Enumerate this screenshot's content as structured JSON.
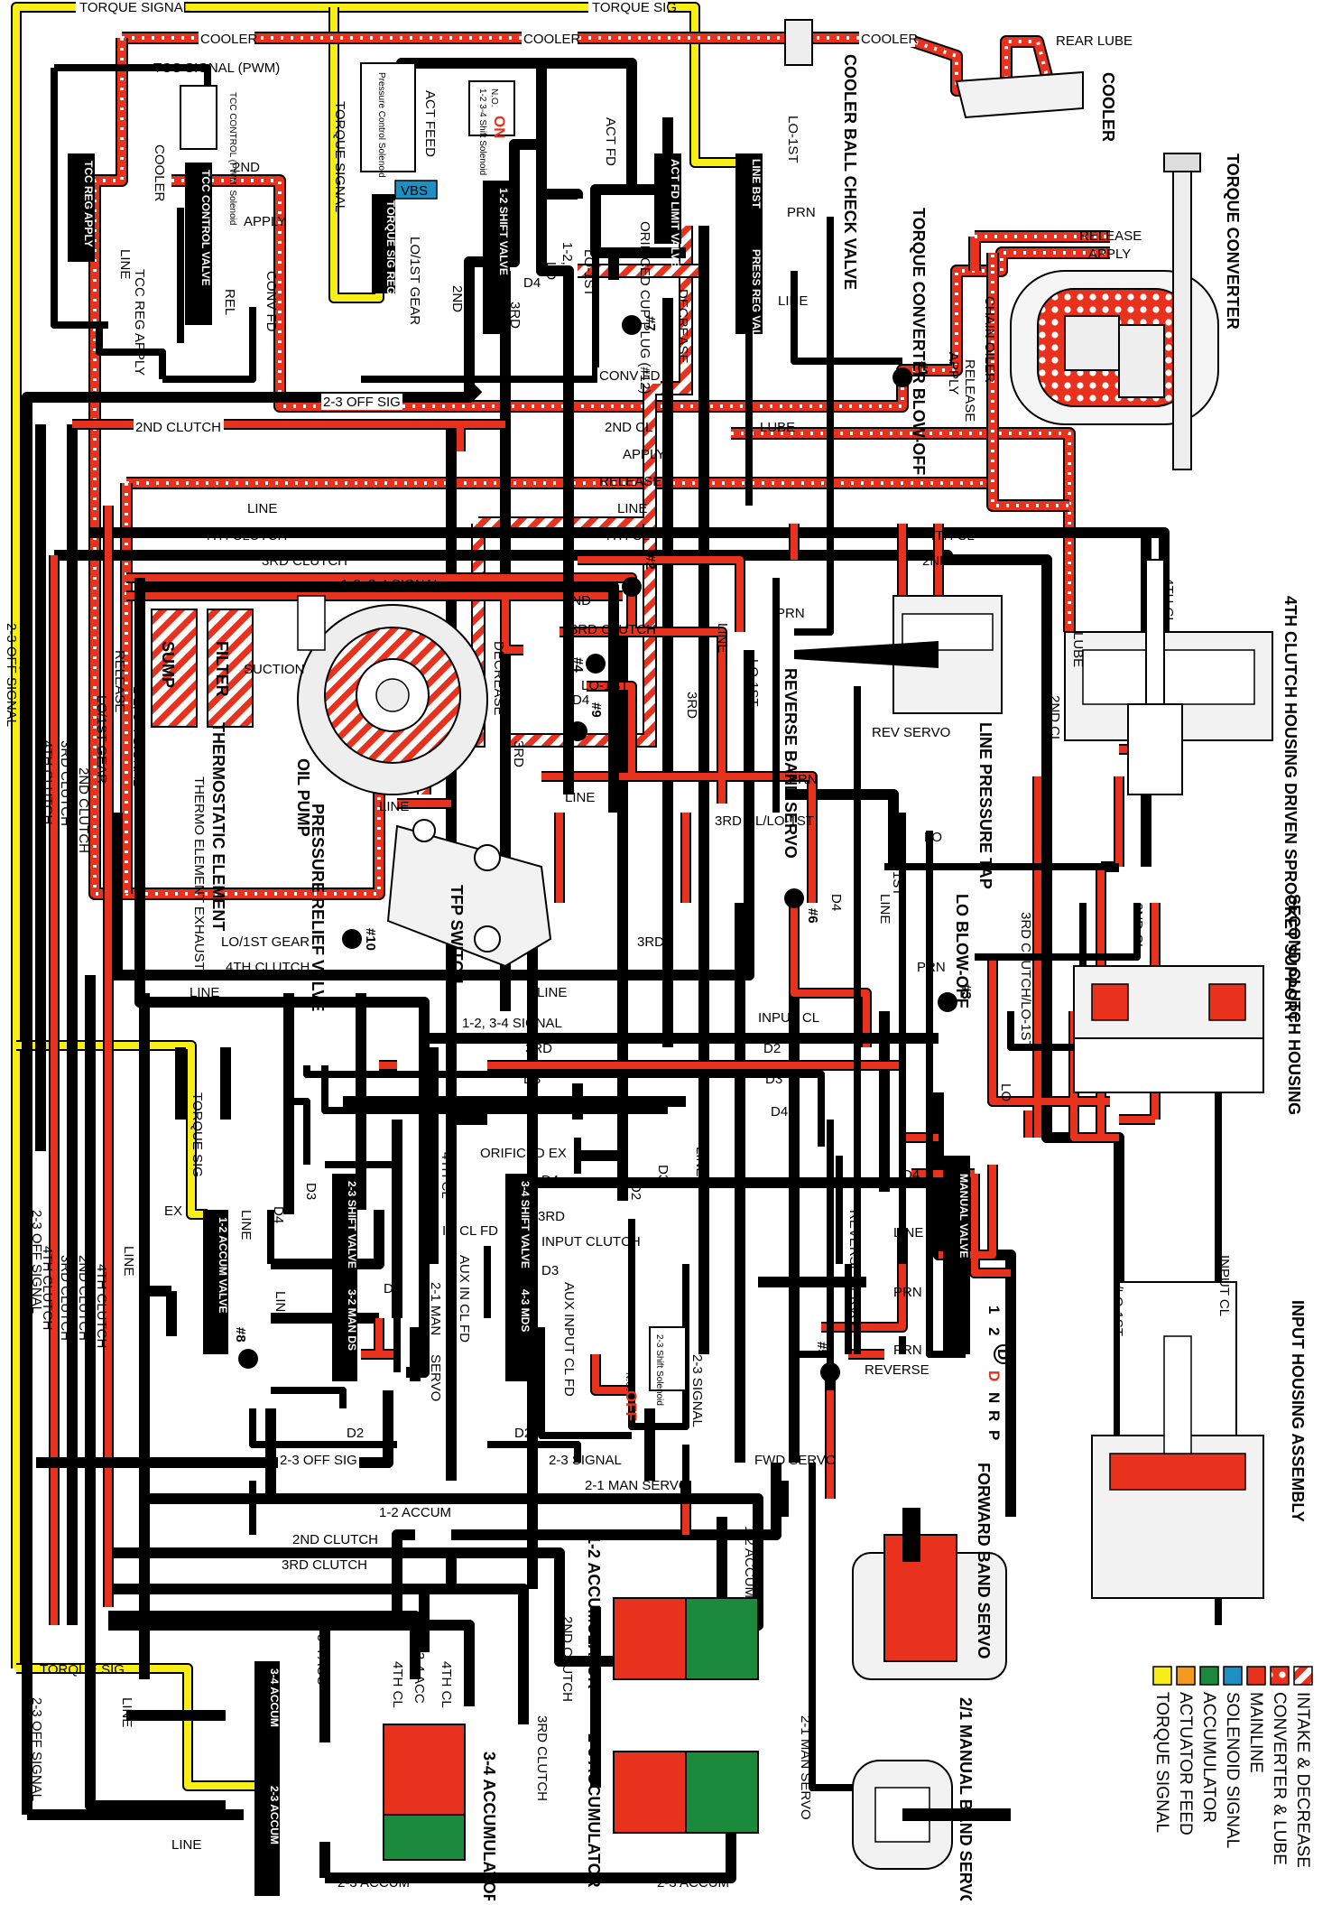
{
  "colors": {
    "mainline": "#e8321e",
    "torque_signal": "#f7ee17",
    "actuator_feed": "#f39a1e",
    "accumulator": "#1c8a3c",
    "solenoid_signal": "#1e8fc3",
    "converter_lube": "#e8321e",
    "exhaust": "#ffffff"
  },
  "legend": [
    {
      "key": "intake",
      "label": "INTAKE & DECREASE"
    },
    {
      "key": "converter",
      "label": "CONVERTER & LUBE"
    },
    {
      "key": "mainline",
      "label": "MAINLINE"
    },
    {
      "key": "solenoid",
      "label": "SOLENOID SIGNAL"
    },
    {
      "key": "accumulator",
      "label": "ACCUMULATOR"
    },
    {
      "key": "actuator",
      "label": "ACTUATOR FEED"
    },
    {
      "key": "torque",
      "label": "TORQUE SIGNAL"
    }
  ],
  "components": {
    "cooler_ball_check": "COOLER BALL CHECK VALVE",
    "cooler": "COOLER",
    "torque_converter": "TORQUE CONVERTER",
    "tc_blow_off": "TORQUE CONVERTER BLOW-OFF",
    "fourth_clutch_housing": "4TH CLUTCH HOUSING DRIVEN SPROCKET SUPPORT",
    "second_clutch_housing": "SECOND CLUTCH HOUSING",
    "input_housing": "INPUT HOUSING ASSEMBLY",
    "reverse_band_servo": "REVERSE BAND SERVO",
    "line_pressure_tap": "LINE PRESSURE TAP",
    "lo_blow_off": "LO BLOW-OFF",
    "oil_pump": "OIL PUMP",
    "pressure_relief": "PRESSURE RELIEF VALVE",
    "thermostatic": "THERMOSTATIC ELEMENT",
    "tfp_switch": "TFP SWITCH",
    "forward_band_servo": "FORWARD BAND SERVO",
    "manual_band_servo": "2/1 MANUAL BAND SERVO",
    "acc_12": "1-2 ACCUMULATOR",
    "acc_23": "2-3 ACCUMULATOR",
    "acc_34": "3-4 ACCUMULATOR",
    "sump": "SUMP",
    "filter": "FILTER",
    "suction": "SUCTION",
    "thermo_exhaust": "THERMO ELEMENT EXHAUST",
    "tcc_solenoid": "TCC CONTROL (PWM) Solenoid",
    "pc_solenoid": "Pressure Control Solenoid",
    "shift12_solenoid": "1-2 3-4 Shift Solenoid",
    "shift23_solenoid": "2-3 Shift Solenoid",
    "solenoid_on": "ON",
    "solenoid_off": "OFF",
    "no": "N.O.",
    "vbs": "VBS",
    "orificed_cup_plug": "ORIFICED CUP PLUG (#12)",
    "orificed_ex": "ORIFICED EX"
  },
  "valves": {
    "tcc_reg": "TCC REG APPLY",
    "tcc_control": "TCC CONTROL VALVE",
    "torque_sig_reg": "TORQUE SIG REG",
    "shift_12": "1-2 SHIFT VALVE",
    "act_feed_limit": "ACT FD LIMIT VALVE",
    "line_bst": "LINE BST",
    "press_reg": "PRESS REG VALVE",
    "shift_23": "2-3 SHIFT VALVE",
    "man_32": "3-2 MAN DS",
    "shift_34": "3-4 SHIFT VALVE",
    "man_43": "4-3 MDS",
    "accum_12": "1-2 ACCUM VALVE",
    "accum_34": "3-4 ACCUM",
    "accum_23": "2-3 ACCUM",
    "manual": "MANUAL VALVE"
  },
  "gear_selector": {
    "positions": [
      "1",
      "2",
      "D",
      "D",
      "N",
      "R",
      "P"
    ],
    "selected": "D"
  },
  "checkballs": [
    "#1",
    "#2",
    "#3",
    "#4",
    "#5",
    "#6",
    "#7",
    "#8",
    "#9",
    "#10"
  ],
  "labels": {
    "torque_signal": "TORQUE SIGNAL",
    "torque_sig": "TORQUE SIG",
    "cooler": "COOLER",
    "rear_lube": "REAR LUBE",
    "tcc_signal": "TCC SIGNAL (PWM)",
    "second": "2ND",
    "apply": "APPLY",
    "release": "RELEASE",
    "line": "LINE",
    "tcc_reg_apply": "TCC REG APPLY",
    "conv_fd": "CONV FD",
    "rel": "REL",
    "act_feed": "ACT FEED",
    "act_fd": "ACT FD",
    "lo_1st": "LO-1ST",
    "lo1st_gear": "LO/1ST GEAR",
    "lo_1st_gear_v": "LO/1ST GEAR",
    "d4": "D4",
    "d3": "D3",
    "d2": "D2",
    "third": "3RD",
    "sig_12_34": "1-2, 3-4 SIGNAL",
    "prn": "PRN",
    "decrease": "DECREASE",
    "chain_oiler": "CHAIN OILER",
    "lube": "LUBE",
    "off_sig_23": "2-3 OFF SIG",
    "second_clutch": "2ND CLUTCH",
    "second_cl": "2ND CL",
    "fourth_clutch": "4TH CLUTCH",
    "fourth_cl": "4TH CL",
    "third_clutch": "3RD CLUTCH",
    "off_signal_23": "2-3 OFF SIGNAL",
    "third_cl_lo1st": "3RD CL/LO-1ST",
    "third_clutch_lo1st": "3RD CLUTCH/LO-1ST",
    "rev_servo": "REV SERVO",
    "lo": "LO",
    "input_cl": "INPUT CL",
    "input_clutch": "INPUT CLUTCH",
    "in_cl_fd": "IN CL FD",
    "aux_in_cl_fd": "AUX IN CL FD",
    "aux_input_cl_fd": "AUX INPUT CL FD",
    "man_21": "2-1 MAN",
    "servo": "SERVO",
    "man_servo_21": "2-1 MAN SERVO",
    "signal_23": "2-3 SIGNAL",
    "fwd_servo": "FWD SERVO",
    "reverse": "REVERSE",
    "reverse_servo": "REVERSE SERVO",
    "accum_12": "1-2 ACCUM",
    "accum_23": "2-3 ACCUM",
    "acc_34": "3-4 ACC",
    "ex": "EX",
    "suction": "SUCTION"
  }
}
